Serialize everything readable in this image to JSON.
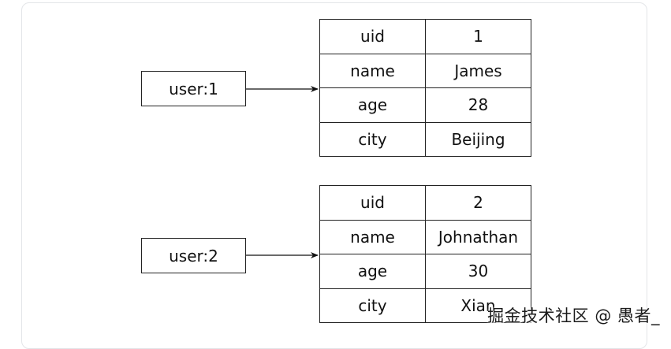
{
  "hashes": [
    {
      "key": "user:1",
      "rows": [
        {
          "field": "uid",
          "value": "1"
        },
        {
          "field": "name",
          "value": "James"
        },
        {
          "field": "age",
          "value": "28"
        },
        {
          "field": "city",
          "value": "Beijing"
        }
      ]
    },
    {
      "key": "user:2",
      "rows": [
        {
          "field": "uid",
          "value": "2"
        },
        {
          "field": "name",
          "value": "Johnathan"
        },
        {
          "field": "age",
          "value": "30"
        },
        {
          "field": "city",
          "value": "Xian"
        }
      ]
    }
  ],
  "watermark": "掘金技术社区 @ 愚者_"
}
